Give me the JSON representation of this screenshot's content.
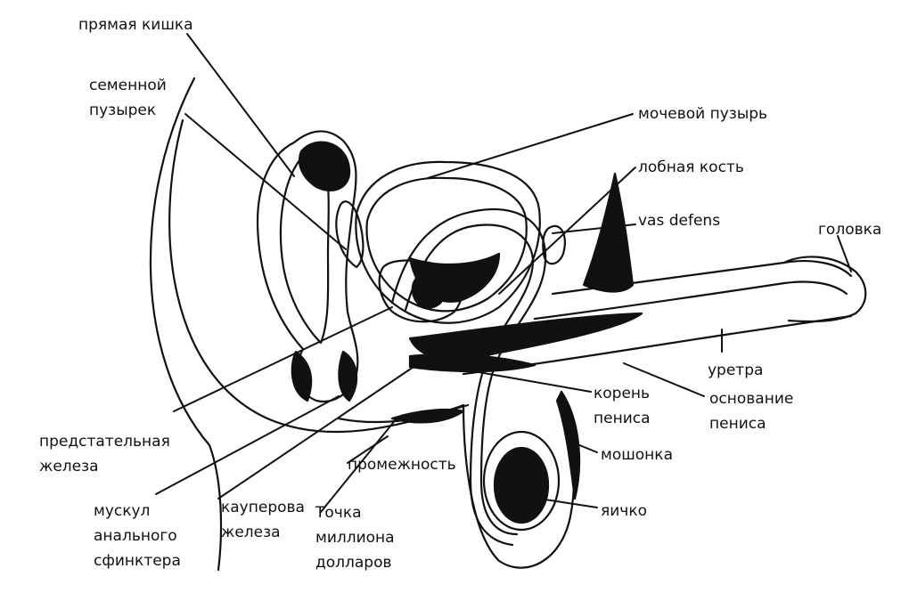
{
  "labels": {
    "rectum": "прямая кишка",
    "seminal_vesicle": [
      "семенной",
      "пузырек"
    ],
    "bladder": "мочевой пузырь",
    "pubic_bone": "лобная кость",
    "vas_deferens": "vas defens",
    "glans": "головка",
    "urethra": "уретра",
    "penis_root": [
      "корень",
      "пениса"
    ],
    "penis_base": [
      "основание",
      "пениса"
    ],
    "scrotum": "мошонка",
    "testicle": "яичко",
    "prostate": [
      "предстательная",
      "железа"
    ],
    "perineum": "промежность",
    "anal_sphincter": [
      "мускул",
      "анального",
      "сфинктера"
    ],
    "cowper_gland": [
      "кауперова",
      "железа"
    ],
    "million_dollar_point": [
      "Точка",
      "миллиона",
      "долларов"
    ]
  },
  "colors": {
    "ink": "#111111",
    "background": "#ffffff"
  }
}
